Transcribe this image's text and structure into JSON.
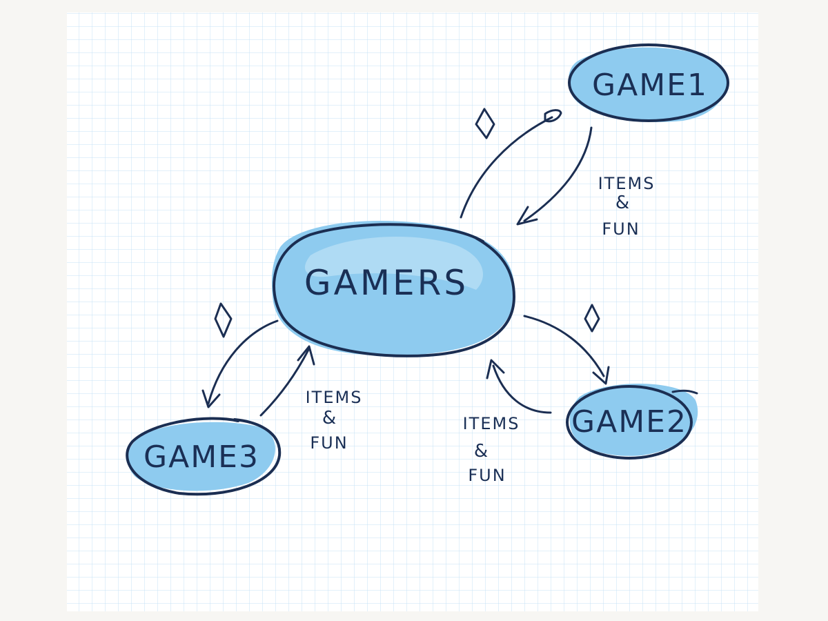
{
  "diagram": {
    "nodes": [
      {
        "id": "gamers",
        "label": "GAMERS"
      },
      {
        "id": "game1",
        "label": "GAME1"
      },
      {
        "id": "game2",
        "label": "GAME2"
      },
      {
        "id": "game3",
        "label": "GAME3"
      }
    ],
    "edge_labels": [
      {
        "id": "game1",
        "line1": "ITEMS",
        "amp": "&",
        "line2": "FUN"
      },
      {
        "id": "game2",
        "line1": "ITEMS",
        "amp": "&",
        "line2": "FUN"
      },
      {
        "id": "game3",
        "line1": "ITEMS",
        "amp": "&",
        "line2": "FUN"
      }
    ],
    "colors": {
      "paper": "#f7f6f3",
      "grid": "#bfe0f5",
      "node_fill": "#8ecbef",
      "node_fill_light": "#b8def5",
      "ink": "#1b2e52"
    }
  }
}
